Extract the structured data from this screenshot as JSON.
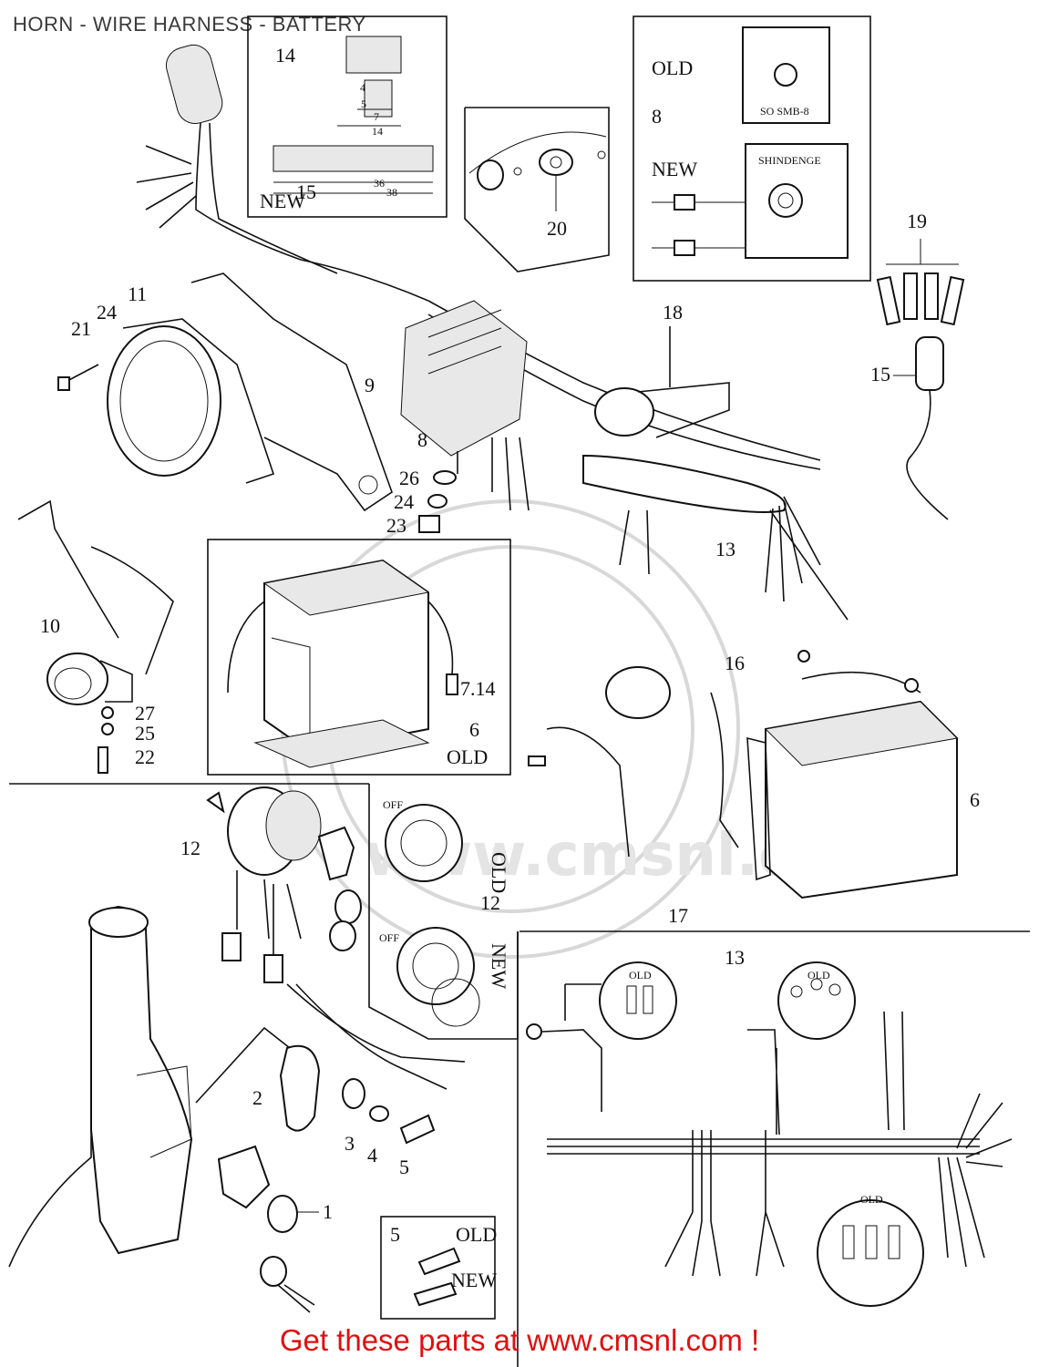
{
  "title": "HORN - WIRE HARNESS - BATTERY",
  "footer": "Get these parts at www.cmsnl.com !",
  "watermark": "www.cmsnl.com",
  "inset_labels": {
    "old": "OLD",
    "new": "NEW",
    "off": "OFF"
  },
  "callouts": {
    "c1": "1",
    "c2": "2",
    "c3": "3",
    "c4": "4",
    "c5": "5",
    "c5b": "5",
    "c6": "6",
    "c6b": "6",
    "c7_14": "7.14",
    "c8": "8",
    "c8b": "8",
    "c9": "9",
    "c10": "10",
    "c11": "11",
    "c12": "12",
    "c12b": "12",
    "c13": "13",
    "c13b": "13",
    "c14": "14",
    "c15": "15",
    "c15b": "15",
    "c16": "16",
    "c17": "17",
    "c18": "18",
    "c19": "19",
    "c20": "20",
    "c21": "21",
    "c22": "22",
    "c23": "23",
    "c24": "24",
    "c24b": "24",
    "c25": "25",
    "c26": "26",
    "c27": "27"
  },
  "dims": {
    "d14": "14",
    "d7": "7",
    "d5": "5",
    "d4": "4",
    "d36": "36",
    "d38": "38"
  },
  "stamp": "SHINDENGE",
  "stamp2": "SO SMB-8"
}
